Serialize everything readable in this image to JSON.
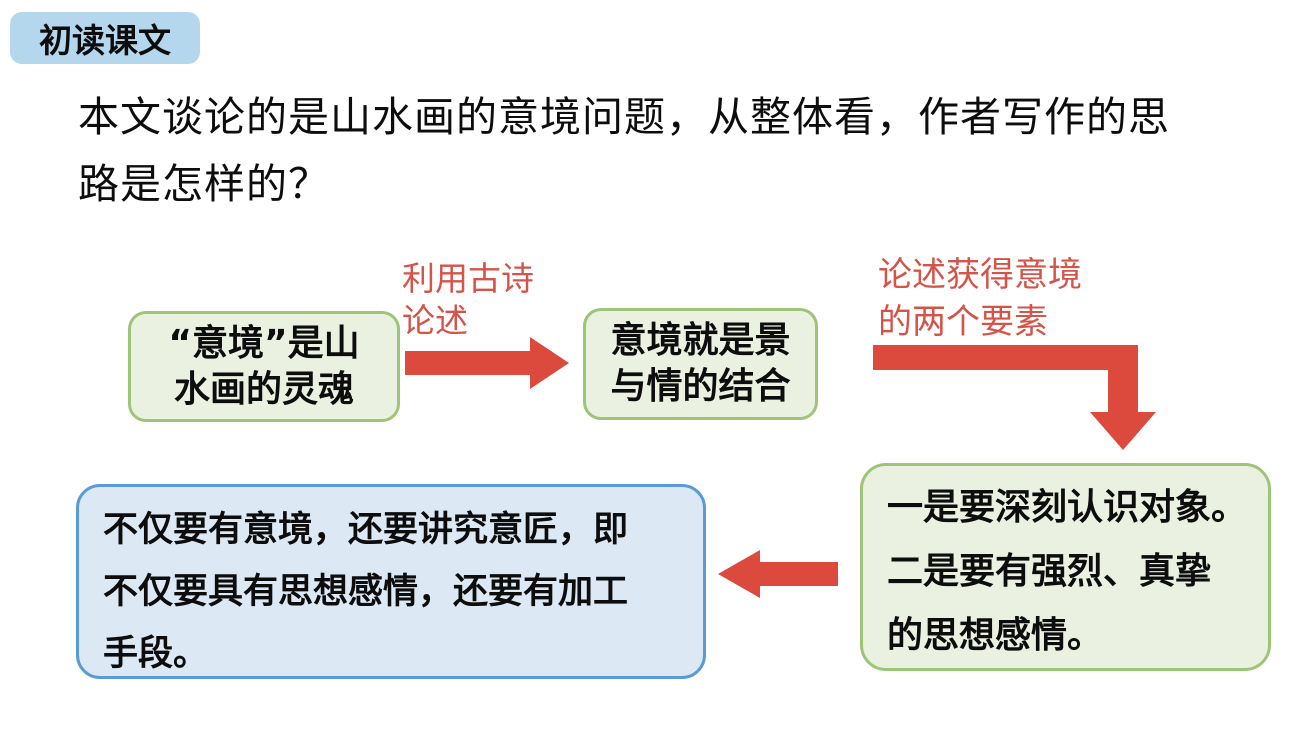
{
  "slide": {
    "badge_label": "初读课文",
    "question": {
      "line1": "本文谈论的是山水画的意境问题，从整体看，作者写作的思",
      "line2": "路是怎样的？"
    }
  },
  "diagram": {
    "node_soul": {
      "line1": "“意境”是山",
      "line2": "水画的灵魂"
    },
    "edge_poems": {
      "line1": "利用古诗",
      "line2": "论述"
    },
    "node_scene_emotion": {
      "line1": "意境就是景",
      "line2": "与情的结合"
    },
    "edge_two_factors": {
      "line1": "论述获得意境",
      "line2": "的两个要素"
    },
    "node_two_requirements": {
      "line1": "一是要深刻认识对象。",
      "line2": "二是要有强烈、真挚",
      "line3": "的思想感情。"
    },
    "node_yijiang": {
      "line1": "不仅要有意境，还要讲究意匠，即",
      "line2": "不仅要具有思想感情，还要有加工",
      "line3": "手段。"
    }
  },
  "icons": {
    "arrow_right": "arrow-right-icon",
    "arrow_elbow_down": "arrow-elbow-down-icon",
    "arrow_left": "arrow-left-icon"
  },
  "colors": {
    "badge_bg": "#B4D7EE",
    "green_box_bg": "#EAF1E1",
    "green_box_border": "#9DC578",
    "blue_box_bg": "#DCE9F5",
    "blue_box_border": "#5B9BD5",
    "arrow_red": "#DB4A3D",
    "label_red": "#D4544A",
    "text": "#0D0D0D",
    "background": "#FFFFFF"
  }
}
